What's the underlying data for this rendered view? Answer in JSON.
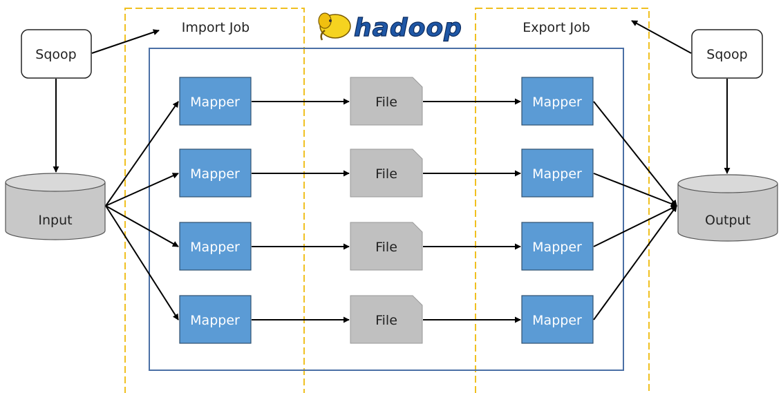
{
  "diagram": {
    "import_job_label": "Import Job",
    "export_job_label": "Export Job",
    "logo_text": "hadoop",
    "sqoop_left_label": "Sqoop",
    "sqoop_right_label": "Sqoop",
    "input_label": "Input",
    "output_label": "Output",
    "import_mappers": [
      "Mapper",
      "Mapper",
      "Mapper",
      "Mapper"
    ],
    "files": [
      "File",
      "File",
      "File",
      "File"
    ],
    "export_mappers": [
      "Mapper",
      "Mapper",
      "Mapper",
      "Mapper"
    ]
  },
  "colors": {
    "mapper_fill": "#5b9bd5",
    "mapper_stroke": "#2f4f6f",
    "file_fill": "#c0c0c0",
    "cylinder_fill": "#c8c8c8",
    "job_border": "#f0c020",
    "hadoop_border": "#4a6fa5"
  },
  "icons": {
    "logo": "hadoop-elephant-icon"
  }
}
